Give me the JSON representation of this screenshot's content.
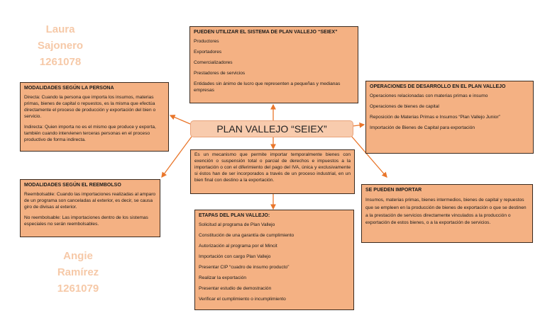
{
  "watermark": {
    "line1": "Laura",
    "line2": "Sajonero",
    "line3": "1261078"
  },
  "watermark2": {
    "line1": "Angie",
    "line2": "Ramírez",
    "line3": "1261079"
  },
  "title": "PLAN VALLEJO “SEIEX”",
  "colors": {
    "box": "#f4b183",
    "arrow": "#e9762b",
    "title_bg": "#f8cbad"
  },
  "usuarios": {
    "heading": "PUEDEN UTILIZAR EL SISTEMA DE PLAN VALLEJO “SEIEX”",
    "items": [
      "Productores",
      "Exportadores",
      "Comercializadores",
      "Prestadores de servicios",
      "Entidades sin ánimo de lucro que representen a pequeñas y medianas empresas"
    ]
  },
  "persona": {
    "heading": "MODALIDADES SEGÚN LA PERSONA",
    "items": [
      "Directa: Cuando la persona que importa los insumos, materias primas, bienes de capital o repuestos, es la misma que efectúa directamente el proceso de producción y exportación del bien o servicio.",
      "Indirecta: Quien importa no es el mismo que produce y exporta, también cuando intervienen terceras personas en el proceso productivo de forma indirecta."
    ]
  },
  "operaciones": {
    "heading": "OPERACIONES DE DESARROLLO EN EL  PLAN VALLEJO",
    "items": [
      "Operaciones relacionadas con materias primas e insumo",
      "Operaciones de bienes de capital",
      "Reposición de Materias Primas e Insumos “Plan Vallejo Junior”",
      "Importación de Bienes de Capital para exportación"
    ]
  },
  "definicion": "Es un mecanismo que permite importar temporalmente bienes con exención o suspensión total o parcial de derechos e impuestos a la importación o con el diferimiento del pago del IVA, única y exclusivamente si éstos han de ser incorporados a través de un proceso industrial, en un bien final con destino a la exportación.",
  "reembolso": {
    "heading": "MODALIDADES SEGÚN EL REEMBOLSO",
    "items": [
      "Reembolsable: Cuando las importaciones realizadas al amparo de un programa son canceladas al exterior, es decir, se causa giro de divisas al exterior.",
      "No reembolsable: Las importaciones dentro de los sistemas especiales no serán reembolsables."
    ]
  },
  "importar": {
    "heading": "SE PUEDEN IMPORTAR",
    "text": "Insumos, materias primas, bienes intermedios, bienes de capital y repuestos que se empleen en la producción de bienes de exportación o que se destinen a la prestación de servicios directamente vinculados a la producción o exportación de estos bienes, o a la exportación de servicios."
  },
  "etapas": {
    "heading": "ETAPAS DEL PLAN VALLEJO:",
    "items": [
      "Solicitud al programa de Plan Vallejo",
      "Constitución de una garantía de cumplimiento",
      "Autorización al programa por el Mincit",
      "Importación con cargo Plan Vallejo",
      "Presentar CIP “cuadro de insumo producto”",
      "Realizar la exportación",
      "Presentar estudio de demostración",
      "Verificar el cumplimiento o incumplimiento"
    ]
  }
}
